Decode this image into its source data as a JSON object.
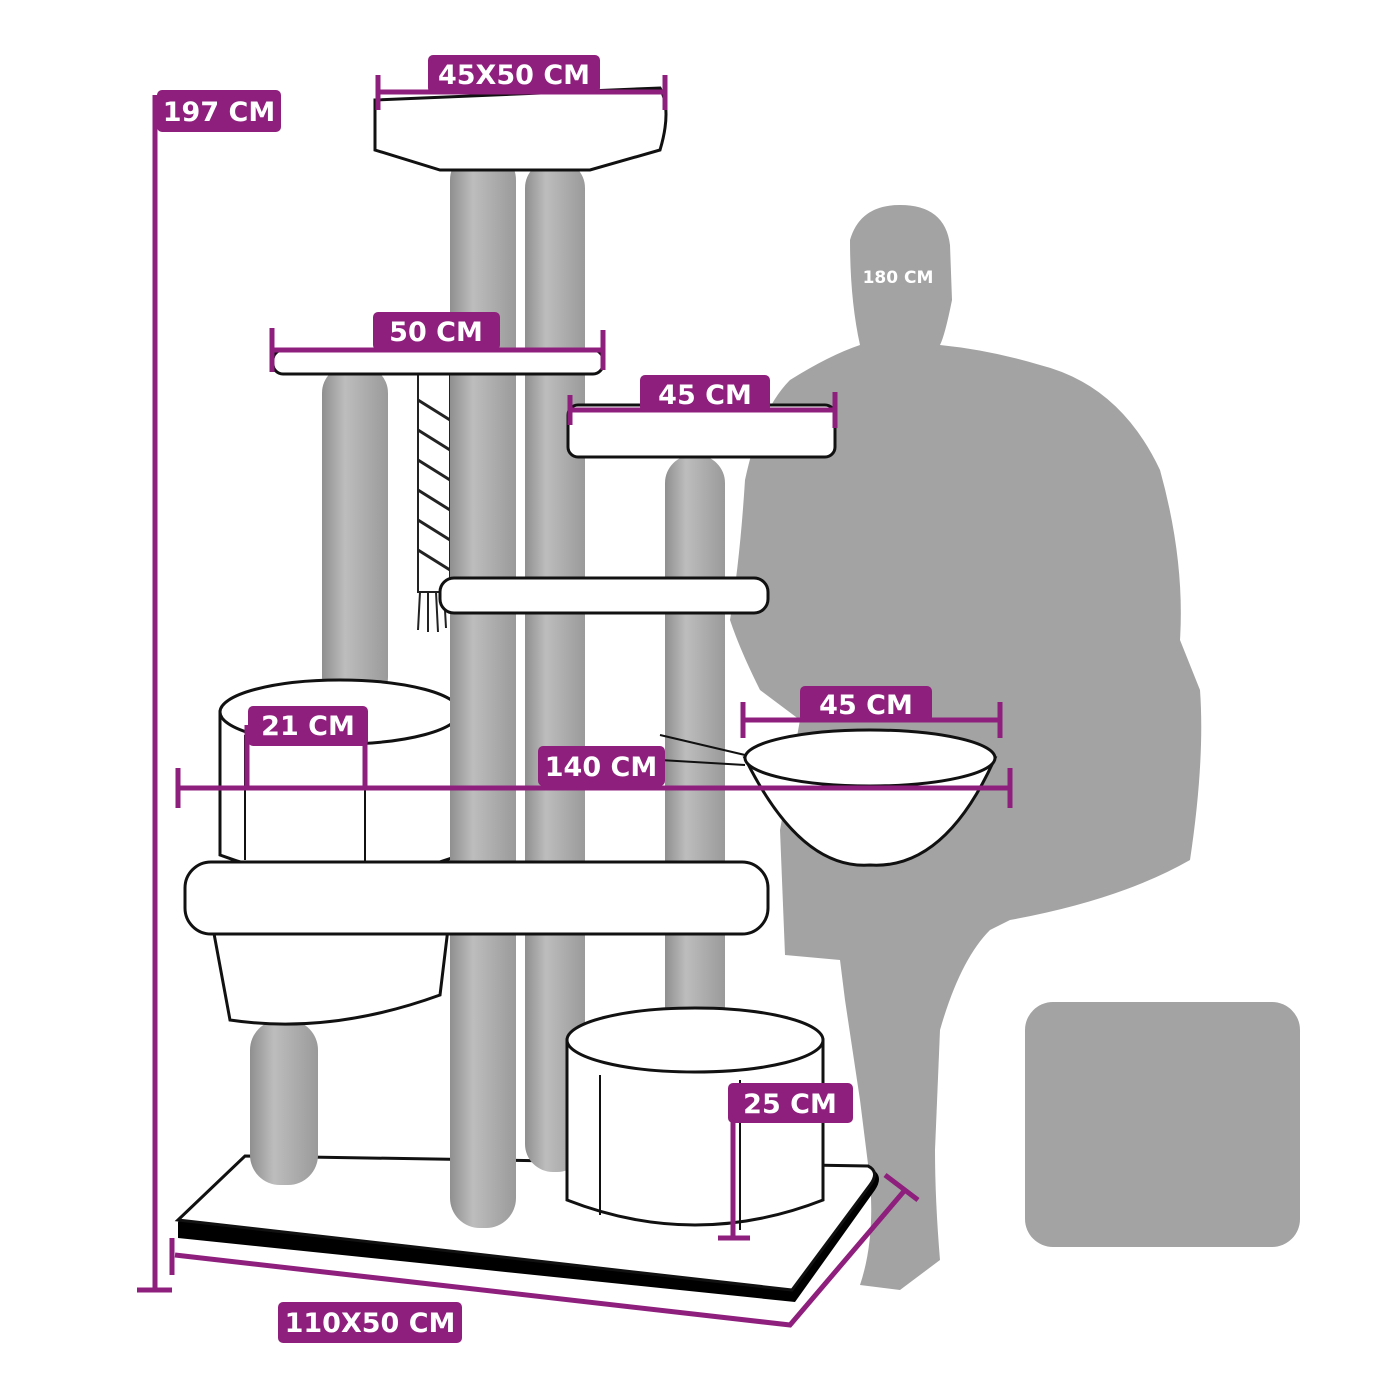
{
  "colors": {
    "accent": "#8e1f7c",
    "post": "#a9a9a9",
    "silhouette": "#a3a3a3"
  },
  "labels": {
    "total_height": "197 CM",
    "top_platform": "45X50 CM",
    "upper_platform": "50 CM",
    "middle_platform": "45 CM",
    "bowl": "45 CM",
    "cave_height_left": "21 CM",
    "total_width": "140 CM",
    "cave_height_right": "25 CM",
    "base": "110X50 CM",
    "person_height": "180 CM"
  }
}
